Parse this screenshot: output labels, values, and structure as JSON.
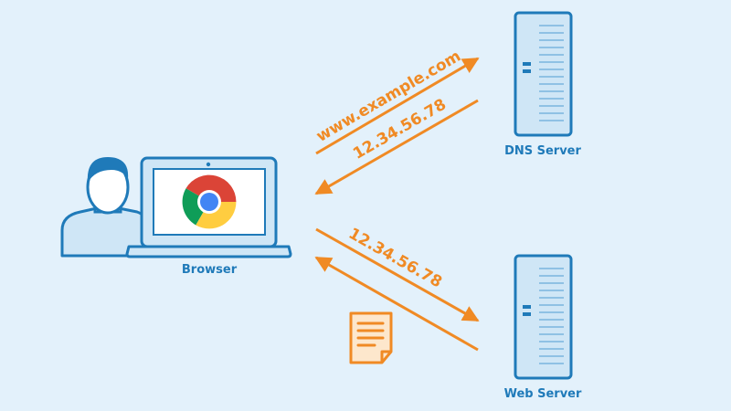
{
  "labels": {
    "browser": "Browser",
    "dns_server": "DNS Server",
    "web_server": "Web Server"
  },
  "messages": {
    "dns_query": "www.example.com",
    "dns_answer": "12.34.56.78",
    "web_request": "12.34.56.78"
  },
  "icons": {
    "user": "user-icon",
    "laptop": "laptop-icon",
    "browser_logo": "chrome-logo-icon",
    "dns_server": "server-icon",
    "web_server": "server-icon",
    "web_page": "document-icon"
  },
  "colors": {
    "background": "#e3f1fb",
    "outline": "#1f7ab9",
    "fill_light": "#cfe6f6",
    "arrow": "#f08a24",
    "document_fill": "#fde7cc"
  }
}
